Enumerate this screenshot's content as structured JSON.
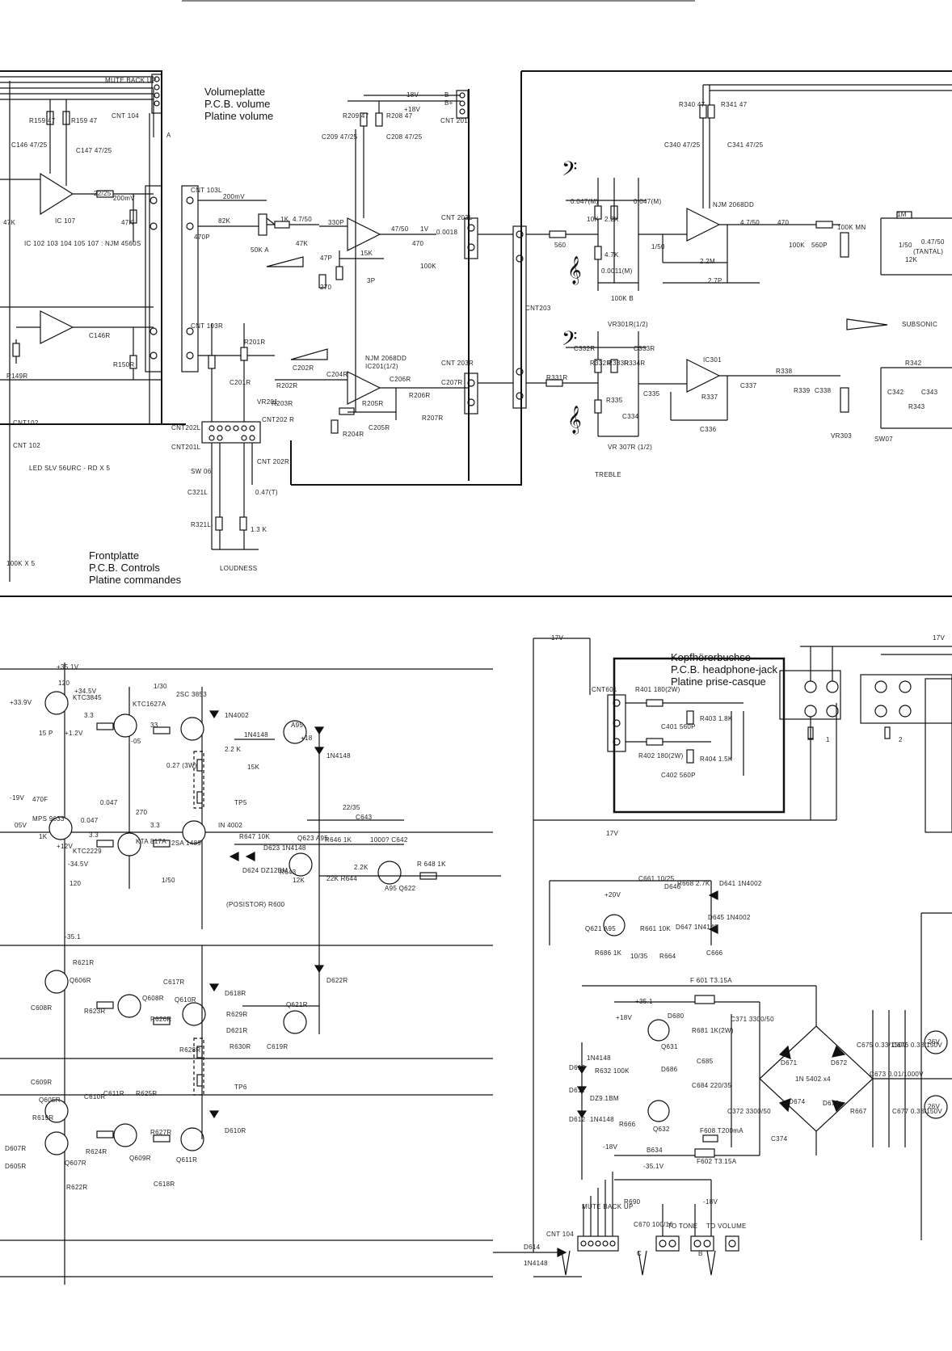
{
  "panels": {
    "volume_pcb": {
      "line1": "Volumeplatte",
      "line2": "P.C.B. volume",
      "line3": "Platine volume"
    },
    "front_pcb": {
      "line1": "Frontplatte",
      "line2": "P.C.B. Controls",
      "line3": "Platine commandes"
    },
    "headphone_pcb": {
      "line1": "Kopfhörerbuchse",
      "line2": "P.C.B. headphone-jack",
      "line3": "Platine prise-casque"
    }
  },
  "labels": {
    "mute_backup": "MUTE BACK UP",
    "cnt104_top": "CNT 104",
    "r159a": "R159 47",
    "r159b": "R159 47",
    "c146": "C146 47/25",
    "c147": "C147 47/25",
    "ic107": "IC 107",
    "ic_list": "IC 102 103 104 105 107 : NJM 4560S",
    "k47": "47K",
    "k47b": "47K",
    "c22_25": "22/25",
    "mv200": "200mV",
    "c146r": "C146R",
    "r150r": "R150R",
    "r149r": "R149R",
    "cnt102a": "CNT102",
    "cnt102b": "CNT 102",
    "led": "LED SLV 56URC - RD X 5",
    "pot100k5": "100K X 5",
    "cnt103l": "CNT 103L",
    "cnt103r": "CNT 103R",
    "mv200b": "200mV",
    "r82k": "82K",
    "c470p": "470P",
    "pot50ka": "50K A",
    "r1k": "1K",
    "c47_50": "4.7/50",
    "r47k": "47K",
    "c330p": "330P",
    "c47p": "47P",
    "r270": "270",
    "r15k": "15K",
    "c3p": "3P",
    "c47_50b": "47/50",
    "mv1": "1V",
    "r470": "470",
    "r100k": "100K",
    "c0018": "0.0018",
    "cnt203l": "CNT 203L",
    "cnt203r": "CNT 203R",
    "cnt201": "CNT 201",
    "minus18": "-18V",
    "plus18": "+18V",
    "bminus": "B-",
    "bplus": "B+",
    "r209": "R209 47",
    "r208": "R208 47",
    "c209": "C209 47/25",
    "c208": "C208 47/25",
    "njm_r": "NJM 2068DD",
    "ic201": "IC201(1/2)",
    "c202r": "C202R",
    "r202r": "R202R",
    "c204r": "C204R",
    "c206r": "C206R",
    "r206r": "R206R",
    "c207r": "C207R",
    "r207r": "R207R",
    "r205r": "R205R",
    "r204r": "R204R",
    "c205r": "C205R",
    "r203r": "R203R",
    "r201r": "R201R",
    "c201r": "C201R",
    "vr201": "VR201",
    "cnt202l": "CNT202L",
    "cnt202r": "CNT202 R",
    "cnt201l": "CNT201L",
    "cnt202r2": "CNT 202R",
    "sw06": "SW 06",
    "c321l": "C321L",
    "c047t": "0.47(T)",
    "r321l": "R321L",
    "r13k": "1.3 K",
    "loudness": "LOUDNESS",
    "cnt203": "CNT203",
    "r560": "560",
    "r100kb": "100K B",
    "c047m": "0.047(M)",
    "c047m2": "0.047(M)",
    "r10k": "10K",
    "r22k": "2.2K",
    "r47k2": "4.7K",
    "c0011m": "0.0011(M)",
    "c150": "1/50",
    "r22m": "2.2M",
    "c27p": "2.7P",
    "njm2068": "NJM 2068DD",
    "r340": "R340 47",
    "r341": "R341 47",
    "c340": "C340 47/25",
    "c341": "C341 47/25",
    "c47_50c": "4.7/50",
    "r470b": "470",
    "r100kc": "100K",
    "c560p": "560P",
    "pot100kmn": "100K MN",
    "r1m": "1M",
    "c150b": "1/50",
    "c047_50": "0.47/50",
    "r12k": "12K",
    "tantal": "(TANTAL)",
    "subsonic": "SUBSONIC",
    "vr301": "VR301R(1/2)",
    "c332r": "C332R",
    "c333r": "C333R",
    "r332r": "R332R",
    "r333r": "R333R",
    "r334r": "R334R",
    "r331r": "R331R",
    "r335": "R335",
    "c334": "C334",
    "c335": "C335",
    "ic301": "IC301",
    "r337": "R337",
    "c336": "C336",
    "c337": "C337",
    "r338": "R338",
    "r339": "R339",
    "c338": "C338",
    "vr303": "VR303",
    "vr307": "VR 307R (1/2)",
    "treble": "TREBLE",
    "r342": "R342",
    "c342": "C342",
    "c343": "C343",
    "r343": "R343",
    "sw07": "SW07",
    "v351": "+35.1V",
    "v339": "+33.9V",
    "v345": "+34.5V",
    "r120": "120",
    "q_ktc3845": "KTC3845",
    "c15p": "15 P",
    "v12": "+1.2V",
    "r33a": "3.3",
    "ktc1627a": "KTC1627A",
    "v05a": "-05",
    "r33b": "33",
    "c2sc3853": "2SC 3853",
    "c1_50": "1/30",
    "d4002a": "1N4002",
    "d4148a": "1N4148",
    "r22ka": "2.2 K",
    "r15ka": "15K",
    "a95": "A95",
    "v18": "+18",
    "d4148b": "1N4148",
    "r027": "0.27 (3W)",
    "tp5": "TP5",
    "v19": "-19V",
    "c470f": "470F",
    "q_mps": "MPS 9633",
    "c0047": "0.047",
    "c0047b": "0.047",
    "r270b": "270",
    "v05b": "05V",
    "r1ka": "1K",
    "v12b": "+12V",
    "q_ktc2229": "KTC2229",
    "v345b": "-34.5V",
    "r120b": "120",
    "r33c": "3.3",
    "q_kta817": "KTA 817A",
    "r33d": "3.3",
    "q_2sa": "2SA 1489",
    "c150c": "1/50",
    "d4002b": "IN 4002",
    "c22_35": "22/35",
    "c643": "C643",
    "r647": "R647 10K",
    "d623": "D623 1N4148",
    "q623": "Q623 A95",
    "r646": "R646 1K",
    "c642": "1000? C642",
    "d624": "D624 DZ12BM",
    "r643": "R643",
    "r12k2": "12K",
    "r22k2": "22K R644",
    "r22k3": "2.2K",
    "q622": "A95 Q622",
    "r648": "R 648 1K",
    "posistor": "(POSISTOR) R600",
    "v351b": "-35.1",
    "r621r": "R621R",
    "q606r": "Q606R",
    "c608r": "C608R",
    "r623r": "R623R",
    "q608r": "Q608R",
    "r626r": "R626R",
    "c617r": "C617R",
    "d618r": "D618R",
    "q610r": "Q610R",
    "r629r": "R629R",
    "d621r": "D621R",
    "r630r": "R630R",
    "c619r": "C619R",
    "q621r": "Q621R",
    "d622r": "D622R",
    "r628r": "R628R",
    "tp6": "TP6",
    "c609r": "C609R",
    "q605r": "Q605R",
    "r619r": "R619R",
    "c610r": "C610R",
    "c611r": "C611R",
    "r625r": "R625R",
    "r624r": "R624R",
    "q609r": "Q609R",
    "r627r": "R627R",
    "q611r": "Q611R",
    "d610r": "D610R",
    "c618r": "C618R",
    "d607r": "D607R",
    "q607r": "Q607R",
    "d605r": "D605R",
    "r622r": "R622R",
    "mv17a": "17V",
    "mv17b": "17V",
    "mv17c": "17V",
    "cnt601": "CNT601",
    "r401": "R401 180(2W)",
    "r403": "R403 1.8K",
    "c401": "C401 560P",
    "r402": "R402 180(2W)",
    "r404": "R404 1.5K",
    "c402": "C402 560P",
    "spk1": "1",
    "spk2": "2",
    "v20": "+20V",
    "c661": "C661 10/25",
    "r668": "R668 2.7K",
    "d641": "D641 1N4002",
    "d646": "D646",
    "q621": "Q621 A95",
    "d647": "D647 1N4148",
    "d645": "D645 1N4002",
    "r661": "R661 10K",
    "r686": "R686 1K",
    "c663": "10/35",
    "r664": "R664",
    "c666": "C666",
    "f601": "F 601 T3.15A",
    "v351c": "+35.1",
    "v18b": "+18V",
    "d680": "D680",
    "q631": "Q631",
    "r681": "R681 1K(2W)",
    "c371": "C371 3300/50",
    "c685": "C685",
    "d686": "D686",
    "c684": "C684 220/35",
    "d632": "Q632",
    "r666": "R666",
    "q634": "B634",
    "f608": "F608 T200mA",
    "c372": "C372 3300/50",
    "v351d": "-35.1V",
    "f602": "F602 T3.15A",
    "d613": "D613",
    "d611": "D611",
    "d4148c": "1N4148",
    "r632": "R632 100K",
    "dz9": "DZ9.1BM",
    "d612": "D612",
    "d4148d": "1N4148",
    "v18c": "-18V",
    "d671": "D671",
    "d672": "D672",
    "in5402": "1N 5402 x4",
    "d674": "D674",
    "d673": "D673",
    "r667": "R667",
    "c374": "C374",
    "c675": "C675 0.33/150V",
    "c673": "C673 0.01/1000V",
    "c676": "C676 0.33/150V",
    "c677": "C677 0.33/150V",
    "v26a": "26V",
    "v26b": "26V",
    "d614": "D614",
    "d4148e": "1N4148",
    "r690": "R690",
    "v18d": "-18V",
    "c670": "C670 100/16",
    "to_tone": "TO TONE",
    "to_volume": "TO VOLUME",
    "cnt104b": "CNT 104",
    "mute_b": "MUTE BACK UP",
    "pin_c": "C",
    "pin_b": "B",
    "pin_a": "A"
  }
}
